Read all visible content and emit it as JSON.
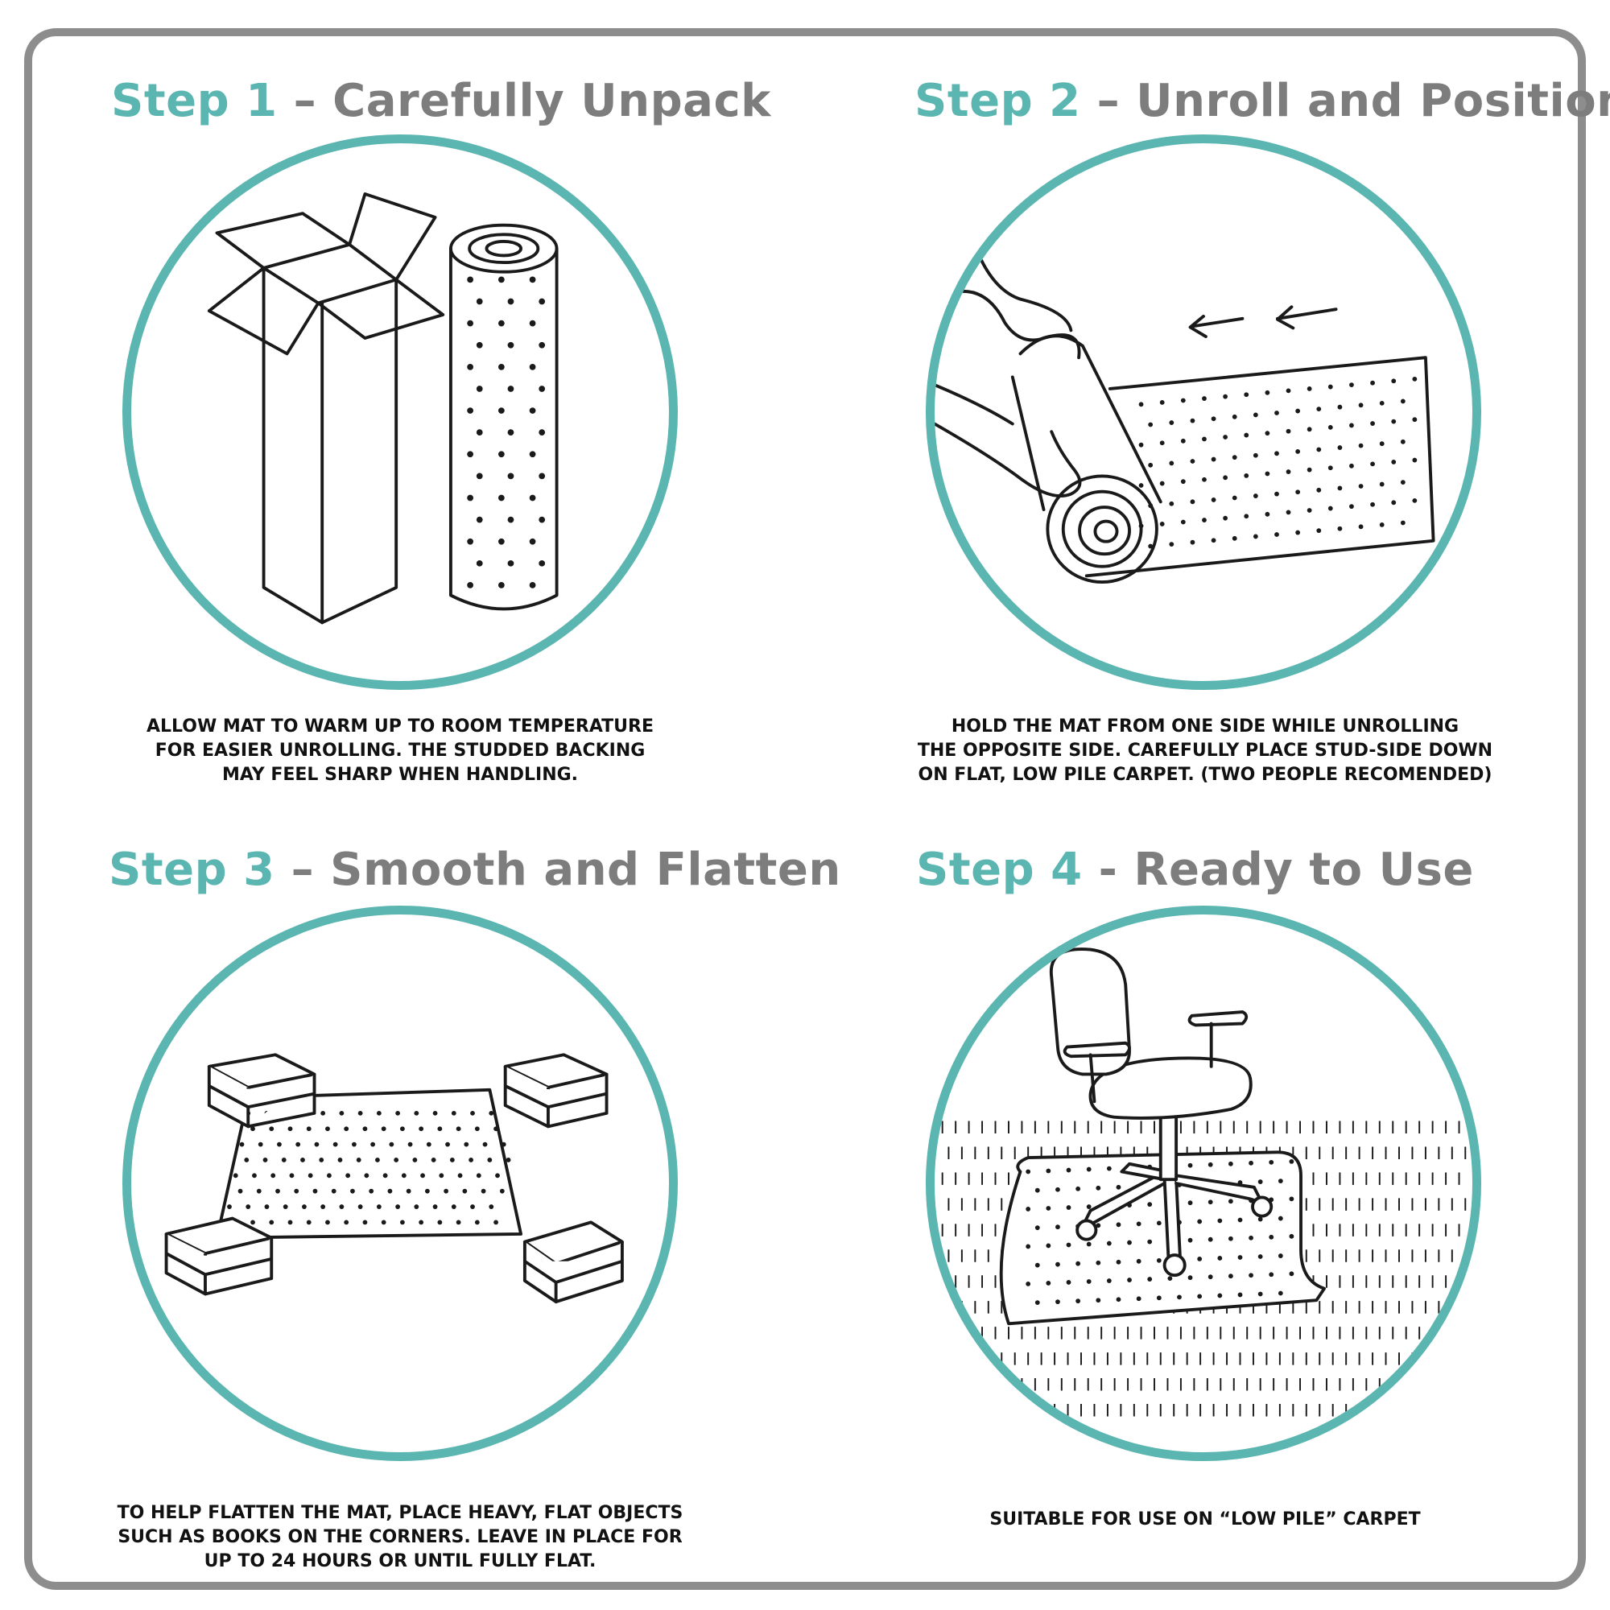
{
  "colors": {
    "accent": "#5bb5b0",
    "title_gray": "#7d7d7d",
    "frame": "#8d8d8d",
    "ink": "#111111"
  },
  "steps": [
    {
      "number_label": "Step 1",
      "separator": " – ",
      "title": "Carefully Unpack",
      "caption": [
        "ALLOW MAT TO WARM UP TO ROOM TEMPERATURE",
        "FOR EASIER UNROLLING. THE STUDDED BACKING",
        "MAY FEEL SHARP WHEN HANDLING."
      ],
      "illustration": "box-and-rolled-mat-icon"
    },
    {
      "number_label": "Step 2",
      "separator": " – ",
      "title": "Unroll and Position",
      "caption": [
        "HOLD THE MAT FROM ONE SIDE WHILE UNROLLING",
        "THE OPPOSITE SIDE. CAREFULLY PLACE STUD-SIDE DOWN",
        "ON FLAT, LOW PILE CARPET. (TWO PEOPLE RECOMENDED)"
      ],
      "illustration": "hands-unrolling-mat-icon"
    },
    {
      "number_label": "Step 3",
      "separator": " – ",
      "title": "Smooth and Flatten",
      "caption": [
        "TO HELP FLATTEN THE MAT, PLACE HEAVY, FLAT OBJECTS",
        "SUCH AS BOOKS ON THE CORNERS. LEAVE IN PLACE FOR",
        "UP TO 24 HOURS OR UNTIL FULLY FLAT."
      ],
      "illustration": "books-on-mat-corners-icon"
    },
    {
      "number_label": "Step 4",
      "separator": " - ",
      "title": "Ready to Use",
      "caption": [
        "SUITABLE FOR USE ON “LOW PILE” CARPET"
      ],
      "illustration": "office-chair-on-mat-icon"
    }
  ]
}
